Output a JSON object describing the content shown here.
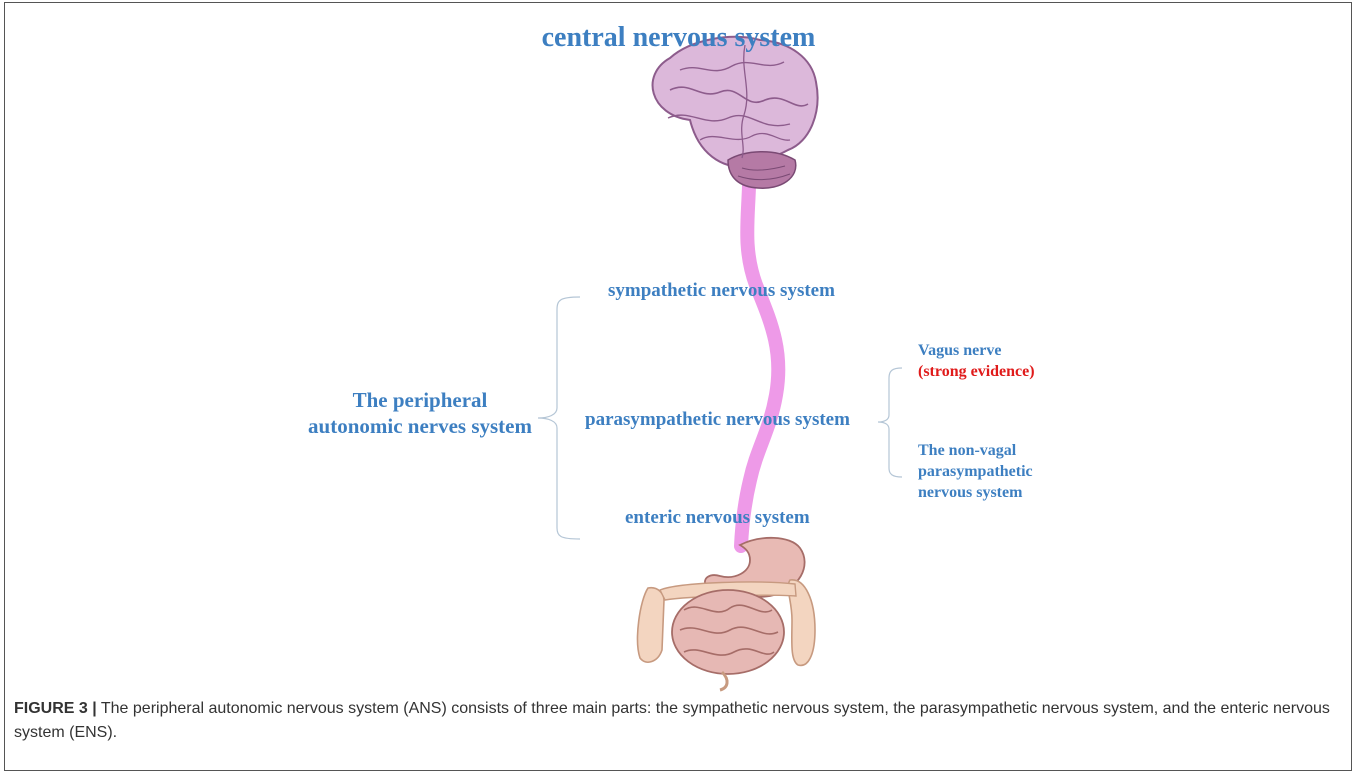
{
  "diagram": {
    "title": "central nervous system",
    "group_label": "The peripheral autonomic nerves system",
    "branches": {
      "sympathetic": "sympathetic nervous system",
      "parasympathetic": "parasympathetic nervous system",
      "enteric": "enteric nervous system"
    },
    "sub_branches": {
      "vagus": "Vagus nerve",
      "vagus_note": "(strong evidence)",
      "non_vagal": "The non-vagal parasympathetic nervous system"
    },
    "colors": {
      "label_blue": "#3d7fc1",
      "evidence_red": "#e01b1b",
      "nerve_pink": "#ee9ae8",
      "brain": "#d9b3d6",
      "gut": "#e3b3ad",
      "colon": "#f1d2bd"
    },
    "icons": [
      "brain-icon",
      "stomach-icon",
      "intestines-icon"
    ]
  },
  "caption": {
    "label": "FIGURE 3 |",
    "text": " The peripheral autonomic nervous system (ANS) consists of three main parts: the sympathetic nervous system, the parasympathetic nervous system, and the enteric nervous system (ENS)."
  }
}
